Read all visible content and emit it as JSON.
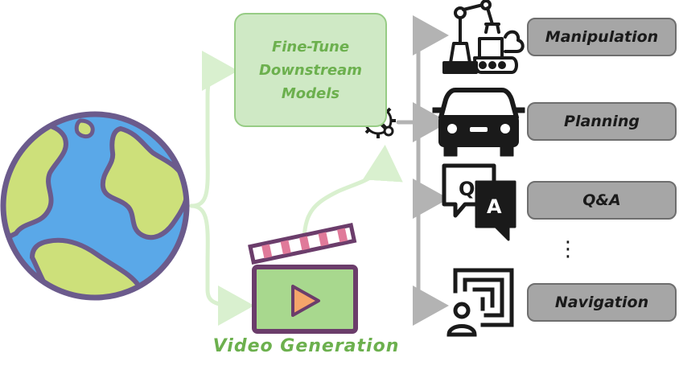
{
  "nodes": {
    "fine_tune": {
      "lines": [
        "Fine-Tune",
        "Downstream",
        "Models"
      ]
    },
    "video_generation": "Video Generation"
  },
  "tasks": [
    {
      "label": "Manipulation"
    },
    {
      "label": "Planning"
    },
    {
      "label": "Q&A"
    },
    {
      "label": "Navigation"
    }
  ],
  "qa_icon": {
    "q": "Q",
    "a": "A"
  },
  "ellipsis": "⋮",
  "colors": {
    "green_light": "#cfe9c5",
    "green_text": "#6cb04e",
    "grey_box": "#a6a6a6",
    "grey_arrow": "#b3b3b3",
    "green_arrow": "#d9f0cf",
    "earth_ocean": "#5aa8e8",
    "earth_land": "#cde07a",
    "earth_outline": "#6b5b8c",
    "clapper_body": "#a8d88e",
    "clapper_outline": "#6b3d6b",
    "play_button": "#f5a56a"
  },
  "icons": [
    "earth-icon",
    "clapperboard-icon",
    "gear-wrench-icon",
    "robot-arm-icon",
    "car-icon",
    "qa-bubbles-icon",
    "maze-person-icon"
  ]
}
